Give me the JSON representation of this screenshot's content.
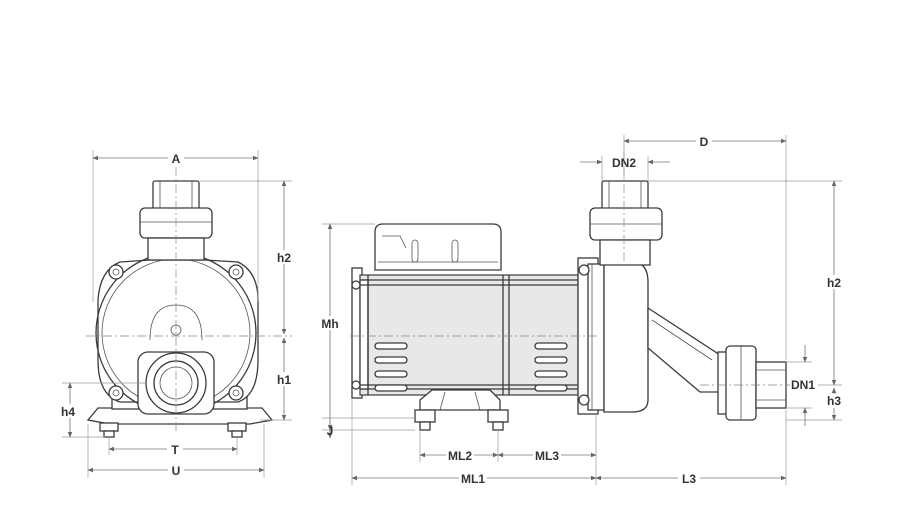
{
  "labels": {
    "A": "A",
    "h2_front": "h2",
    "h1": "h1",
    "h4": "h4",
    "T": "T",
    "U": "U",
    "D": "D",
    "DN2": "DN2",
    "h2_side": "h2",
    "Mh": "Mh",
    "DN1": "DN1",
    "h3": "h3",
    "J": "J",
    "ML2": "ML2",
    "ML3": "ML3",
    "ML1": "ML1",
    "L3": "L3"
  },
  "colors": {
    "line": "#3a3a3a",
    "dimension": "#777777",
    "motor_fill": "#e8e8e8"
  }
}
